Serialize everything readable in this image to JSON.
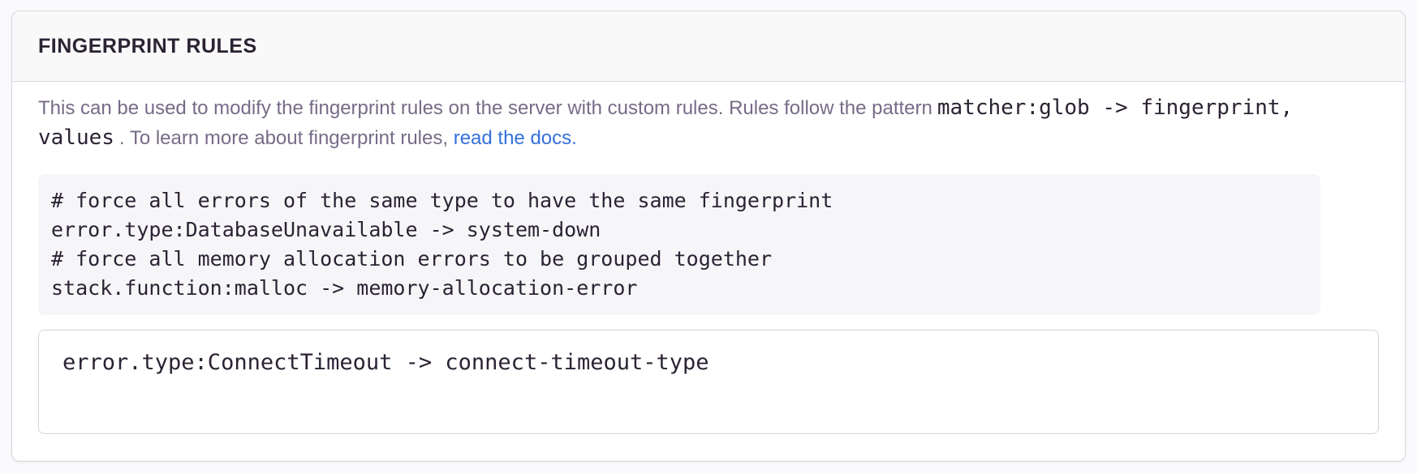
{
  "panel": {
    "title": "FINGERPRINT RULES",
    "description": {
      "part1": "This can be used to modify the fingerprint rules on the server with custom rules. Rules follow the pattern",
      "inline_code": "matcher:glob -> fingerprint, values",
      "part2": ". To learn more about fingerprint rules, ",
      "link_label": "read the docs",
      "after_link": "."
    },
    "example_code": "# force all errors of the same type to have the same fingerprint\nerror.type:DatabaseUnavailable -> system-down\n# force all memory allocation errors to be grouped together\nstack.function:malloc -> memory-allocation-error",
    "input": {
      "value": "error.type:ConnectTimeout -> connect-timeout-type"
    }
  },
  "colors": {
    "page_bg": "#fafafc",
    "panel_bg": "#ffffff",
    "header_bg": "#f9f9fa",
    "panel_border": "#d6d5de",
    "divider": "#dbdae3",
    "code_bg": "#f6f6f8",
    "heading_text": "#2b2233",
    "body_text": "#776b87",
    "code_text": "#2b2233",
    "link": "#3470dc",
    "textarea_border": "#d5d4dd"
  }
}
